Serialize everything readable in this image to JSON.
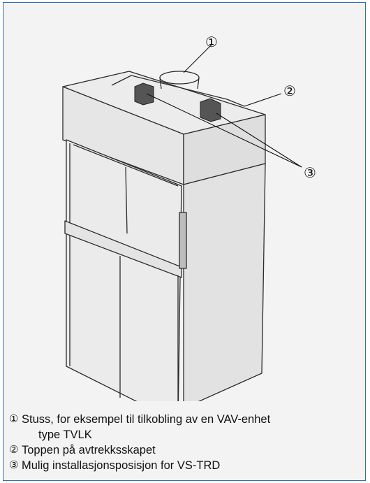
{
  "callouts": [
    {
      "marker": "①"
    },
    {
      "marker": "②"
    },
    {
      "marker": "③"
    }
  ],
  "legend": [
    {
      "marker": "①",
      "text": "Stuss, for eksempel til tilkobling av en VAV-enhet",
      "text2": "type TVLK"
    },
    {
      "marker": "②",
      "text": "Toppen på avtrekksskapet"
    },
    {
      "marker": "③",
      "text": "Mulig installasjonsposisjon for VS-TRD"
    }
  ],
  "colors": {
    "frame_border": "#2e6fb4",
    "frame_fill": "#f3f3f3",
    "line": "#2b2b2b",
    "device": "#555555"
  }
}
